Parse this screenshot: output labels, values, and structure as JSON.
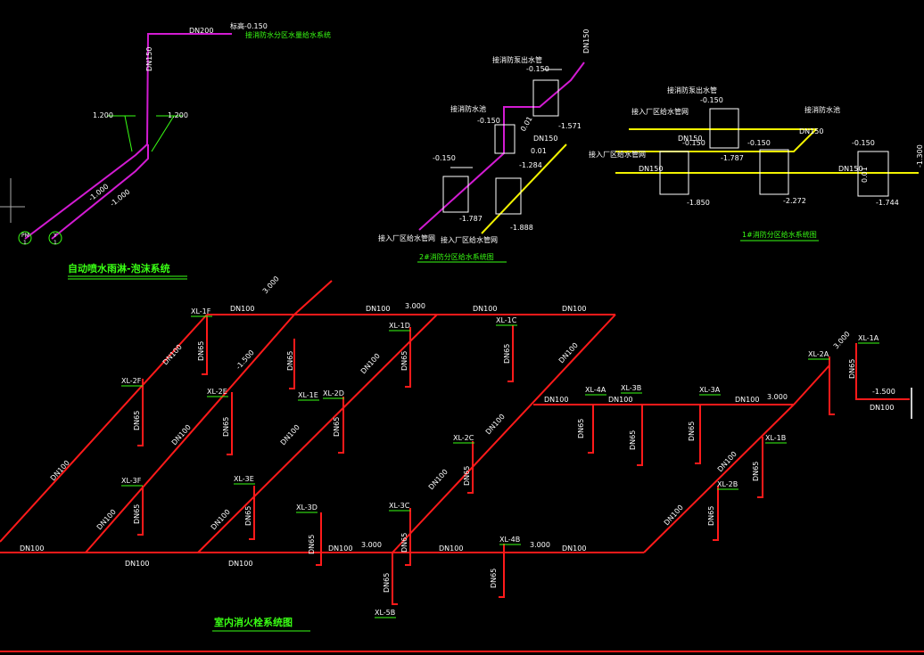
{
  "colors": {
    "background": "#000000",
    "hydrant_pipe": "#ff1a1a",
    "foam_pipe": "#d21bd2",
    "yellow_pipe": "#f2f200",
    "annotation": "#39ff14",
    "text": "#ffffff"
  },
  "titles": {
    "foam_system": "自动喷水雨淋-泡沫系统",
    "hydrant_system": "室内消火栓系统图",
    "area2": "2#消防分区给水系统图",
    "area1": "1#消防分区给水系统图"
  },
  "foam": {
    "dn200": "DN200",
    "dn150": "DN150",
    "elev_top": "标高-0.150",
    "note_top": "接消防水分区水量给水系统",
    "elev_1200a": "1.200",
    "elev_1200b": "1.200",
    "elev_m1000a": "-1.000",
    "elev_m1000b": "-1.000",
    "tag_a": "PM",
    "tag_b": "1",
    "tag_c": "Y",
    "tag_d": "1"
  },
  "area2": {
    "dn150": "DN150",
    "dn150b": "DN150",
    "e1": "-0.150",
    "e2": "-1.571",
    "e3": "-0.150",
    "e4": "-1.787",
    "e5": "-0.150",
    "e6": "-1.284",
    "e7": "-1.888",
    "v1": "0.01",
    "v2": "0.01",
    "n1": "接消防泵出水管",
    "n2": "接消防水池",
    "n3": "接入厂区给水管网",
    "n4": "接入厂区给水管网"
  },
  "area1": {
    "dn150a": "DN150",
    "dn150b": "DN150",
    "dn150c": "DN150",
    "dn150d": "DN150",
    "e1": "-0.150",
    "e2": "-0.150",
    "e3": "-1.787",
    "e4": "-0.150",
    "e5": "-2.272",
    "e6": "-0.150",
    "e7": "-1.744",
    "e8": "-1.850",
    "e9": "-1.300",
    "v1": "0.01",
    "n1": "接入厂区给水管网",
    "n2": "接入厂区给水管网",
    "n3": "接消防泵出水管",
    "n4": "接消防水池"
  },
  "hydrant": {
    "labels": [
      "XL-1F",
      "XL-1D",
      "XL-1C",
      "XL-2F",
      "XL-2E",
      "XL-1E",
      "XL-2D",
      "XL-2C",
      "XL-4A",
      "XL-3B",
      "XL-3A",
      "XL-1B",
      "XL-2B",
      "XL-3F",
      "XL-3E",
      "XL-3D",
      "XL-3C",
      "XL-4B",
      "XL-5B",
      "XL-1A",
      "XL-2A"
    ],
    "dn100": "DN100",
    "dn65": "DN65",
    "e3000": "3.000",
    "e1500": "-1.500"
  }
}
